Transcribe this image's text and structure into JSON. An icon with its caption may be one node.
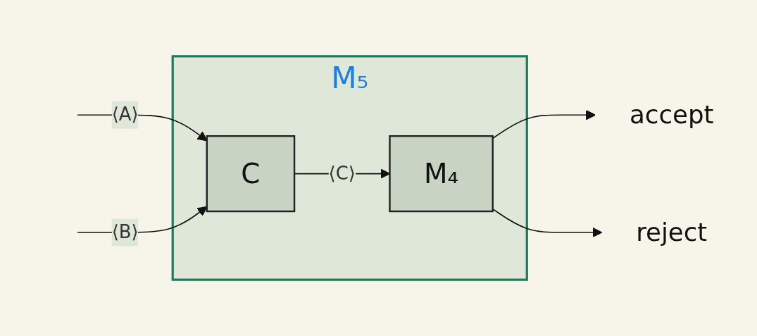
{
  "diagram": {
    "nodes": [
      {
        "text": [
          "M₅"
        ]
      },
      {
        "text": [
          "C"
        ],
        "in": 0
      },
      {
        "text": [
          "M₄"
        ],
        "in": 0
      },
      {
        "text": [
          "accept"
        ]
      },
      {
        "text": [
          "reject"
        ]
      }
    ],
    "edges": [
      {
        "from": null,
        "to": 1,
        "arrow": "to",
        "label": "⟨A⟩"
      },
      {
        "from": null,
        "to": 1,
        "arrow": "to",
        "label": "⟨B⟩"
      },
      {
        "from": 1,
        "to": 2,
        "arrow": "to",
        "label": "⟨C⟩"
      },
      {
        "from": 2,
        "to": 3,
        "arrow": "to"
      },
      {
        "from": 2,
        "to": 4,
        "arrow": "to"
      }
    ]
  }
}
